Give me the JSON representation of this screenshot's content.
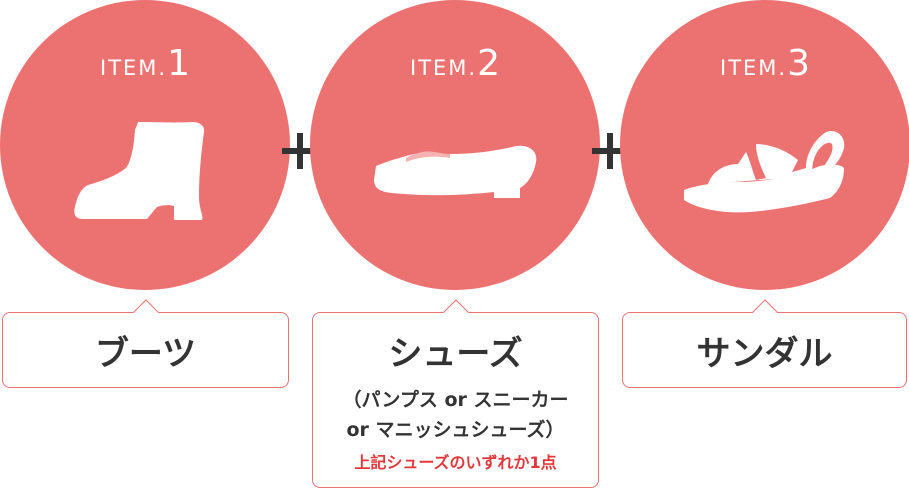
{
  "colors": {
    "accent": "#ec7271",
    "text": "#333333",
    "note_red": "#e2383b",
    "icon": "#ffffff"
  },
  "items": [
    {
      "label_text": "ITEM.",
      "label_number": "1",
      "icon": "boot-icon",
      "title": "ブーツ"
    },
    {
      "label_text": "ITEM.",
      "label_number": "2",
      "icon": "loafer-shoe-icon",
      "title": "シューズ",
      "note_line1": "（パンプス or スニーカー",
      "note_line2": "or マニッシュシューズ）",
      "note_red": "上記シューズのいずれか1点"
    },
    {
      "label_text": "ITEM.",
      "label_number": "3",
      "icon": "sandal-icon",
      "title": "サンダル"
    }
  ],
  "separator_icon": "plus-icon"
}
